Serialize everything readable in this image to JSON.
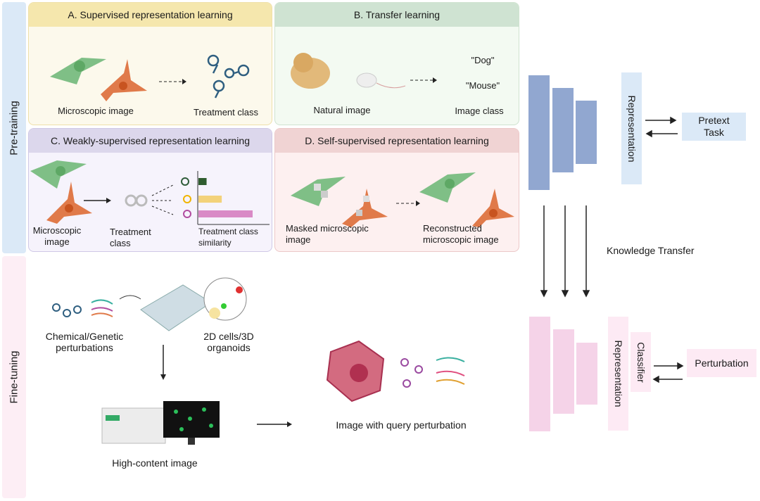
{
  "stages": {
    "pretraining": "Pre-training",
    "finetuning": "Fine-tuning"
  },
  "panels": {
    "a": {
      "title": "A. Supervised representation learning",
      "input": "Microscopic image",
      "output": "Treatment class"
    },
    "b": {
      "title": "B. Transfer learning",
      "input": "Natural image",
      "output": "Image class",
      "class1": "\"Dog\"",
      "class2": "\"Mouse\""
    },
    "c": {
      "title": "C. Weakly-supervised representation learning",
      "input": "Microscopic image",
      "middle": "Treatment class",
      "output": "Treatment class similarity",
      "similarity": [
        0.15,
        0.43,
        1.0
      ]
    },
    "d": {
      "title": "D. Self-supervised representation learning",
      "input": "Masked microscopic image",
      "output": "Reconstructed microscopic image"
    }
  },
  "finetune": {
    "perturbations": "Chemical/Genetic perturbations",
    "cells": "2D cells/3D organoids",
    "hci": "High-content image",
    "query": "Image with query perturbation"
  },
  "architecture": {
    "representation": "Representation",
    "pretext": "Pretext Task",
    "transfer": "Knowledge Transfer",
    "classifier": "Classifier",
    "perturbation": "Perturbation"
  },
  "colors": {
    "encoder_pretrain": "#91a7d0",
    "encoder_finetune": "#f5d3e8",
    "pretrain_strip": "#dbe9f7",
    "finetune_strip": "#fdeef5"
  }
}
